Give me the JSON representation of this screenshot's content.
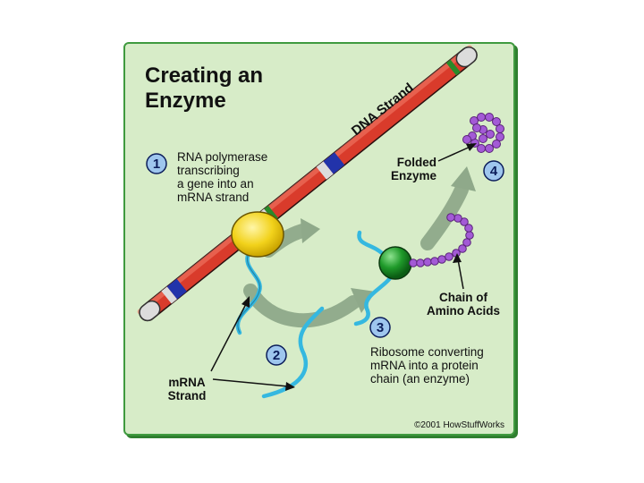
{
  "title": {
    "line1": "Creating an",
    "line2": "Enzyme"
  },
  "dna_label": "DNA Strand",
  "steps": [
    {
      "number": "1",
      "lines": [
        "RNA polymerase",
        "transcribing",
        "a gene into an",
        "mRNA strand"
      ]
    },
    {
      "number": "2",
      "lines": []
    },
    {
      "number": "3",
      "lines": [
        "Ribosome converting",
        "mRNA into a protein",
        "chain (an enzyme)"
      ]
    },
    {
      "number": "4",
      "lines": []
    }
  ],
  "labels": {
    "folded_enzyme": [
      "Folded",
      "Enzyme"
    ],
    "chain": [
      "Chain of",
      "Amino Acids"
    ],
    "mrna": [
      "mRNA",
      "Strand"
    ]
  },
  "copyright": "©2001 HowStuffWorks",
  "colors": {
    "background": "#d7ecc8",
    "border": "#3f9a3f",
    "dna_red": "#d93b2b",
    "mrna": "#35b8e0",
    "polymerase": "#f2d21b",
    "ribosome": "#1f9a2a",
    "amino_acid": "#a35ad6",
    "arrow": "#8fa98a"
  }
}
